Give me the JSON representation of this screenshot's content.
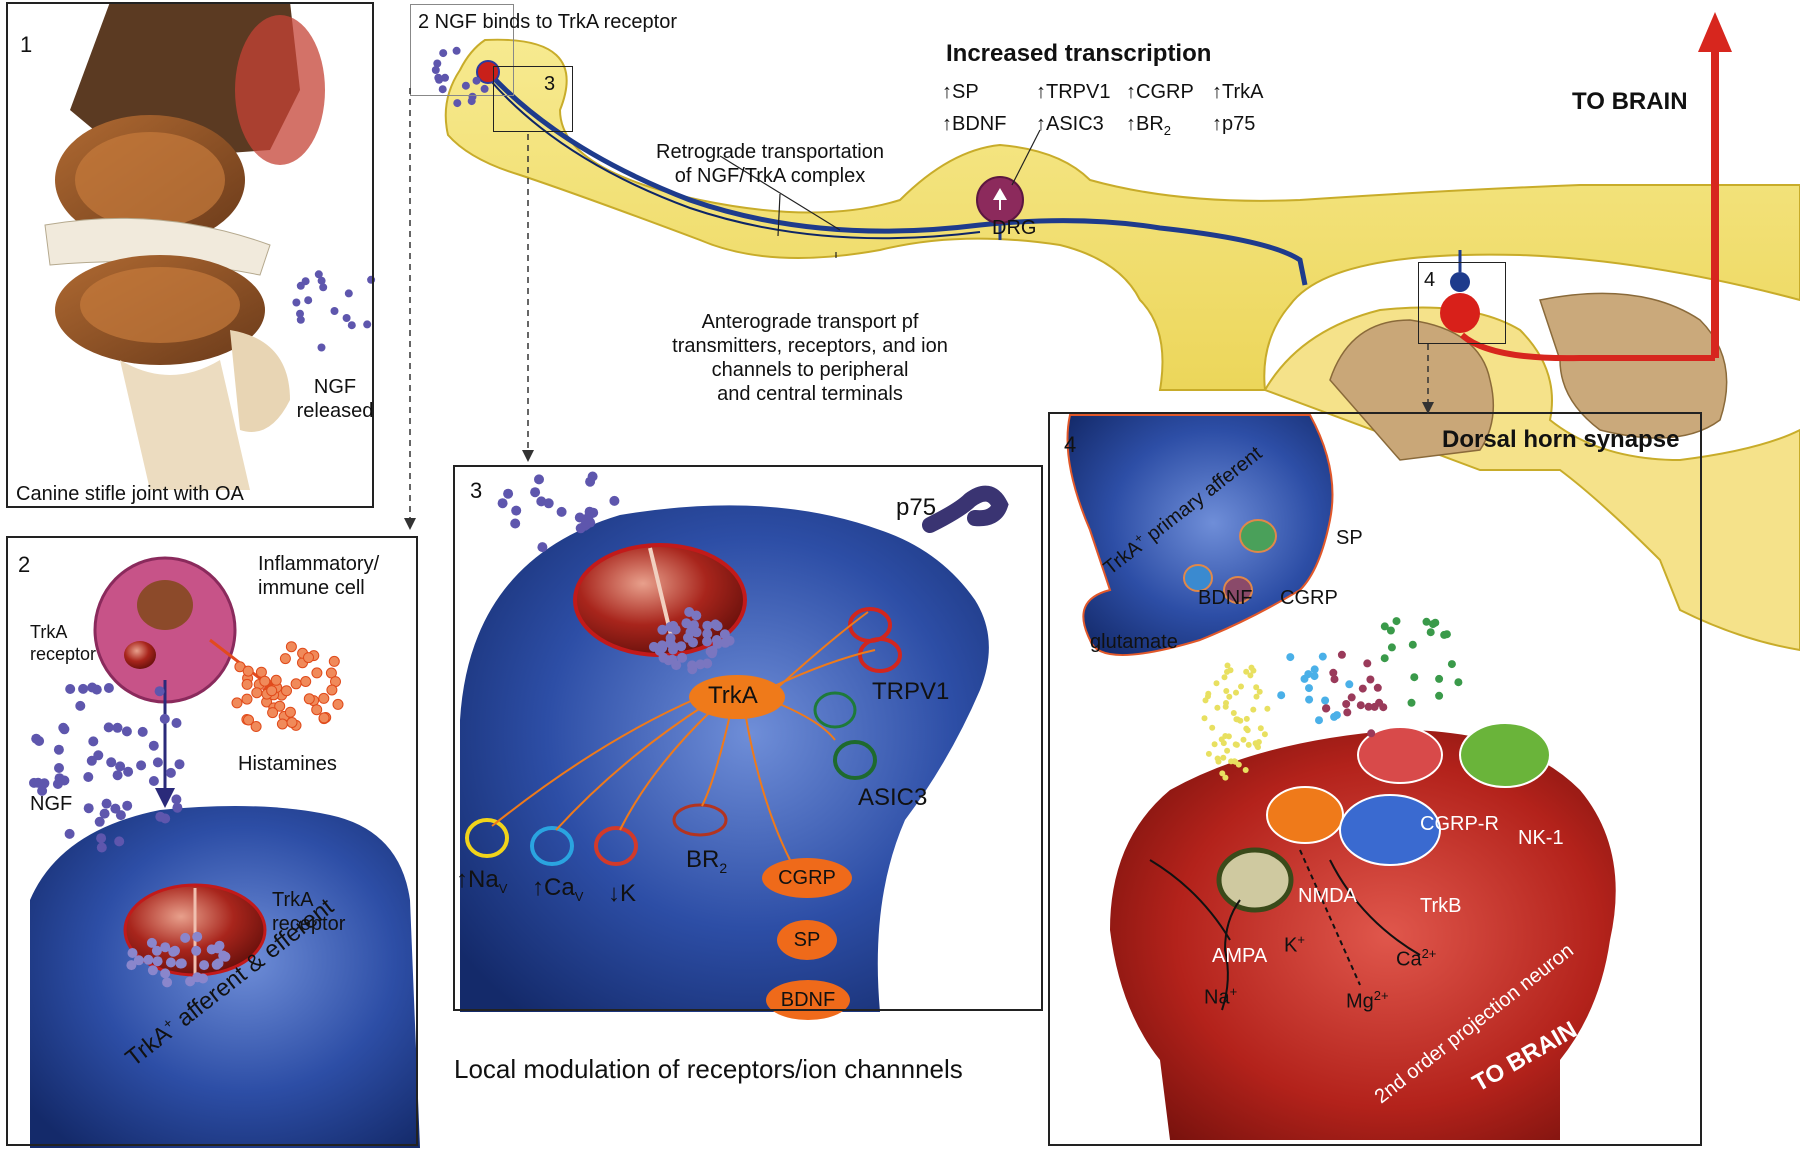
{
  "colors": {
    "neuron_yellow": "#f3e37a",
    "afferent_blue": "#2a4aa0",
    "trka_orange": "#ee7a1a",
    "receptor_red": "#b3261e",
    "brain_arrow_red": "#d7261e",
    "ngf_purple": "#6a62b0",
    "dorsal_horn_tan": "#c8a87a",
    "postsynaptic_red": "#b01e1a"
  },
  "panel1": {
    "number": "1",
    "caption": "Canine stifle joint with OA",
    "ngf_label_line1": "NGF",
    "ngf_label_line2": "released"
  },
  "overview": {
    "step2_label": "2 NGF binds to TrkA receptor",
    "box3_label": "3",
    "box4_label": "4",
    "transcription_title": "Increased transcription",
    "transcription_items": [
      "SP",
      "TRPV1",
      "CGRP",
      "TrkA",
      "BDNF",
      "ASIC3",
      "BR",
      "p75"
    ],
    "br_subscript": "2",
    "to_brain": "TO BRAIN",
    "retrograde_line1": "Retrograde transportation",
    "retrograde_line2": "of NGF/TrkA complex",
    "drg": "DRG",
    "anterograde_line1": "Anterograde transport pf",
    "anterograde_line2": "transmitters, receptors, and ion",
    "anterograde_line3": "channels to peripheral",
    "anterograde_line4": "and central terminals"
  },
  "panel2": {
    "number": "2",
    "immune_line1": "Inflammatory/",
    "immune_line2": "immune cell",
    "trka_line1": "TrkA",
    "trka_line2": "receptor",
    "histamines": "Histamines",
    "ngf": "NGF",
    "trka2_line1": "TrkA",
    "trka2_line2": "receptor",
    "afferent_main": "TrkA",
    "afferent_sup": "+",
    "afferent_rest": " afferent & efferent"
  },
  "panel3": {
    "number": "3",
    "p75": "p75",
    "trka": "TrkA",
    "trpv1": "TRPV1",
    "asic3": "ASIC3",
    "br": "BR",
    "br_sub": "2",
    "nav": "Na",
    "nav_sub": "V",
    "cav": "Ca",
    "cav_sub": "V",
    "k": "K",
    "cgrp": "CGRP",
    "sp": "SP",
    "bdnf": "BDNF",
    "caption": "Local modulation of receptors/ion channnels"
  },
  "panel4": {
    "number": "4",
    "title": "Dorsal horn synapse",
    "afferent_main": "TrkA",
    "afferent_sup": "+",
    "afferent_rest": " primary afferent",
    "sp": "SP",
    "bdnf": "BDNF",
    "cgrp": "CGRP",
    "glutamate": "glutamate",
    "cgrp_r": "CGRP-R",
    "nk1": "NK-1",
    "nmda": "NMDA",
    "trkb": "TrkB",
    "ampa": "AMPA",
    "k_ion": "K",
    "k_sup": "+",
    "ca_ion": "Ca",
    "ca_sup": "2+",
    "na_ion": "Na",
    "na_sup": "+",
    "mg_ion": "Mg",
    "mg_sup": "2+",
    "projection": "2nd order projection neuron",
    "to_brain": "TO BRAIN"
  }
}
